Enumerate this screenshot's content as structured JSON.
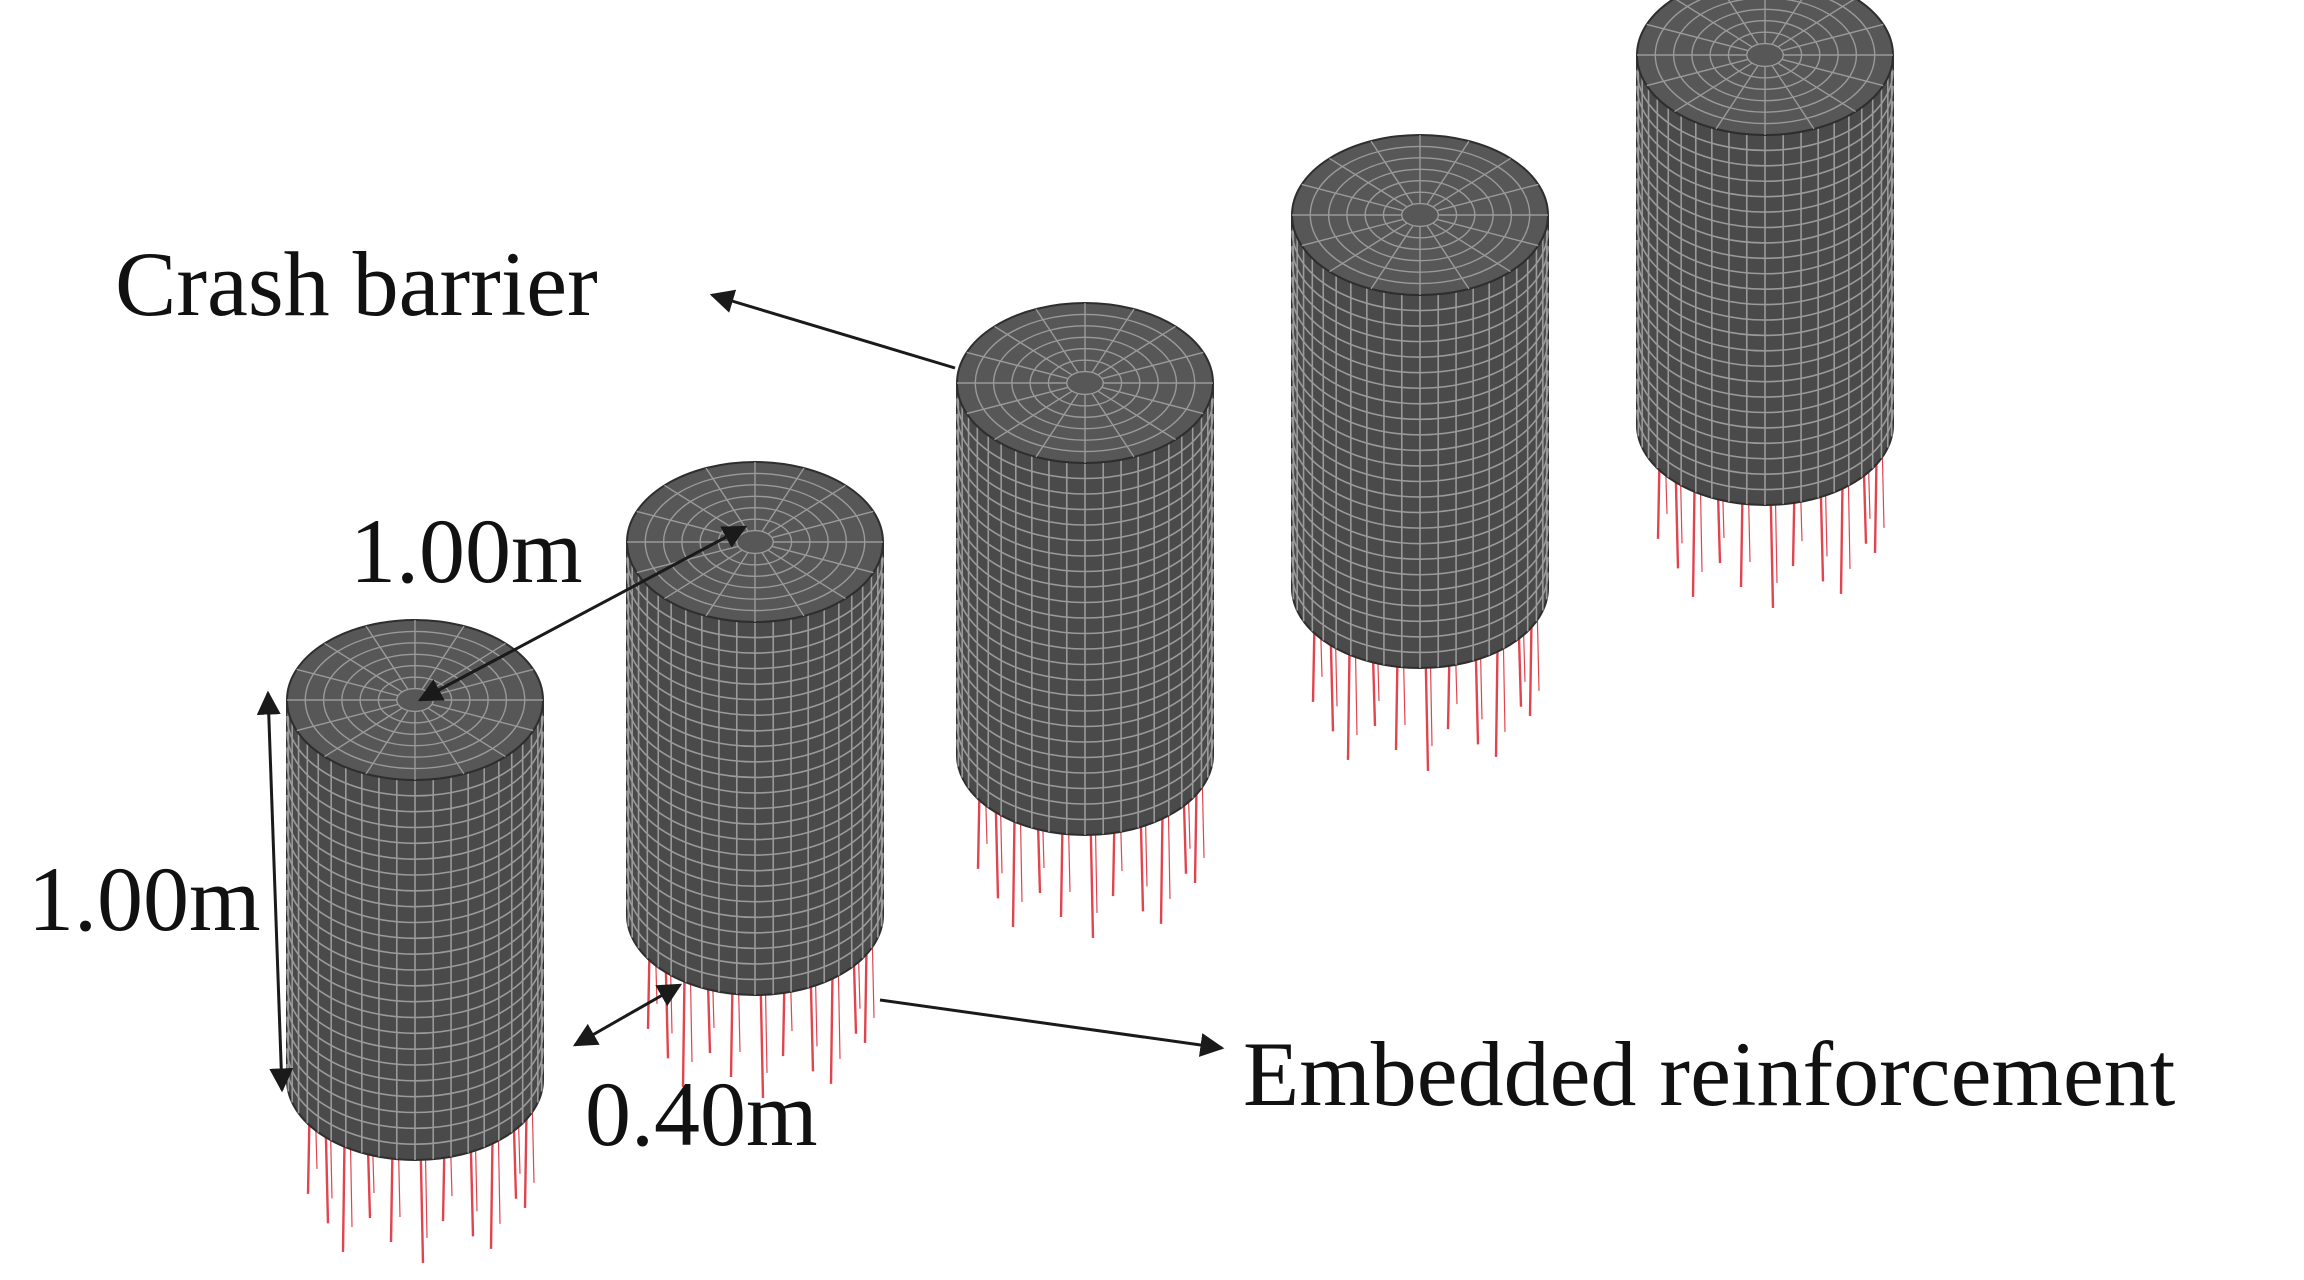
{
  "labels": {
    "crash_barrier": "Crash barrier",
    "diameter": "1.00m",
    "height": "1.00m",
    "spacing": "0.40m",
    "reinforcement": "Embedded reinforcement"
  },
  "colors": {
    "concrete_fill": "#4a4a4a",
    "concrete_top": "#575757",
    "mesh_line": "#9a9a9a",
    "rebar": "#e0454f",
    "arrow": "#1a1a1a"
  },
  "barrier_count": 5
}
